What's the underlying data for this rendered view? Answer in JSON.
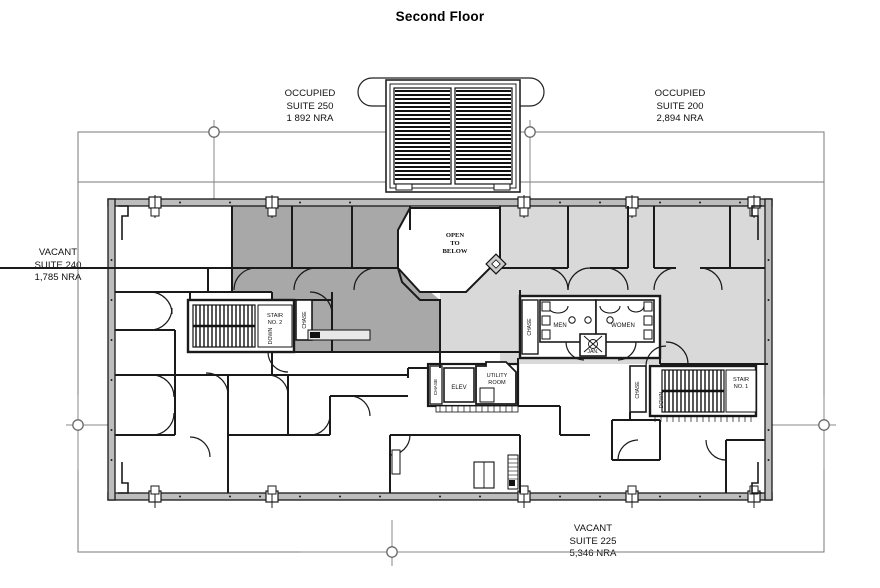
{
  "page": {
    "title": "Second Floor"
  },
  "suites": [
    {
      "id": "suite-250",
      "status": "OCCUPIED",
      "name": "SUITE 250",
      "area": "1 892 NRA",
      "label": "OCCUPIED\nSUITE 250\n1 892 NRA",
      "fill": "#a8a8a8"
    },
    {
      "id": "suite-200",
      "status": "OCCUPIED",
      "name": "SUITE 200",
      "area": "2,894 NRA",
      "label": "OCCUPIED\nSUITE 200\n2,894 NRA",
      "fill": "#d9d9d9"
    },
    {
      "id": "suite-240",
      "status": "VACANT",
      "name": "SUITE 240",
      "area": "1,785 NRA",
      "label": "VACANT\nSUITE 240\n1,785 NRA",
      "fill": "#ffffff"
    },
    {
      "id": "suite-225",
      "status": "VACANT",
      "name": "SUITE 225",
      "area": "5,346 NRA",
      "label": "VACANT\nSUITE 225\n5,346 NRA",
      "fill": "#ffffff"
    }
  ],
  "rooms": {
    "atrium": "OPEN\nTO\nBELOW",
    "atrium_line_1": "OPEN",
    "atrium_line_2": "TO",
    "atrium_line_3": "BELOW",
    "stair_2_line_1": "STAIR",
    "stair_2_line_2": "NO. 2",
    "stair_1_line_1": "STAIR",
    "stair_1_line_2": "NO. 1",
    "down": "DOWN",
    "chase": "CHASE",
    "men": "MEN",
    "women": "WOMEN",
    "janitor": "JAN.",
    "elevator": "ELEV",
    "utility_line_1": "UTILITY",
    "utility_line_2": "ROOM"
  },
  "colors": {
    "suite_250_fill": "#a8a8a8",
    "suite_200_fill": "#d9d9d9",
    "vacant_fill": "#ffffff",
    "wall": "#1a1a1a",
    "grid_line": "#808080",
    "text": "#111111",
    "background": "#ffffff"
  }
}
